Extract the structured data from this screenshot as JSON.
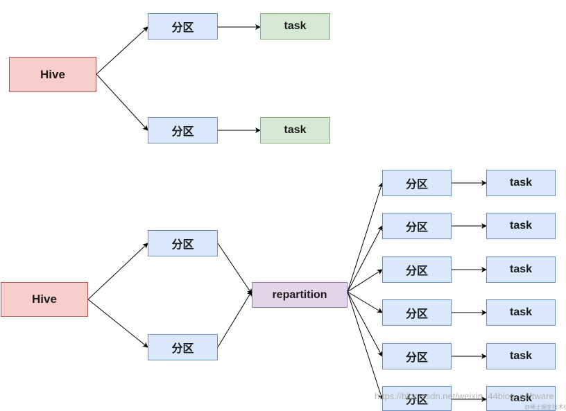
{
  "diagram1": {
    "hive": "Hive",
    "partitions": [
      "分区",
      "分区"
    ],
    "tasks": [
      "task",
      "task"
    ]
  },
  "diagram2": {
    "hive": "Hive",
    "partitions": [
      "分区",
      "分区"
    ],
    "repartition": "repartition",
    "out_partitions": [
      "分区",
      "分区",
      "分区",
      "分区",
      "分区",
      "分区"
    ],
    "tasks": [
      "task",
      "task",
      "task",
      "task",
      "task",
      "task"
    ]
  },
  "watermark": {
    "text": "https://blog.csdn.net/weixin_44blog_software",
    "sub": "@稀土掘金技术社区"
  },
  "colors": {
    "hive_fill": "#f8cecc",
    "hive_stroke": "#b85450",
    "partition_fill": "#dae8fc",
    "partition_stroke": "#6c8ebf",
    "task_green_fill": "#d5e8d4",
    "task_green_stroke": "#82b366",
    "repartition_fill": "#e1d5e7",
    "repartition_stroke": "#9673a6",
    "arrow": "#000000"
  }
}
